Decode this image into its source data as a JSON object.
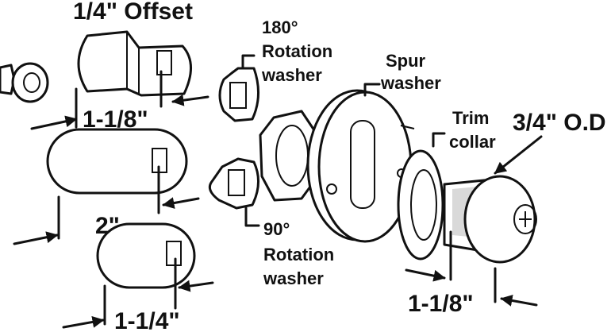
{
  "labels": {
    "offset": "1/4\" Offset",
    "dim_cam1": "1-1/8\"",
    "dim_cam2": "2\"",
    "dim_cam3": "1-1/4\"",
    "rot180_line1": "180°",
    "rot180_line2": "Rotation",
    "rot180_line3": "washer",
    "rot90_line1": "90°",
    "rot90_line2": "Rotation",
    "rot90_line3": "washer",
    "spur_line1": "Spur",
    "spur_line2": "washer",
    "trim_line1": "Trim",
    "trim_line2": "collar",
    "od": "3/4\" O.D",
    "dim_cylinder": "1-1/8\""
  }
}
